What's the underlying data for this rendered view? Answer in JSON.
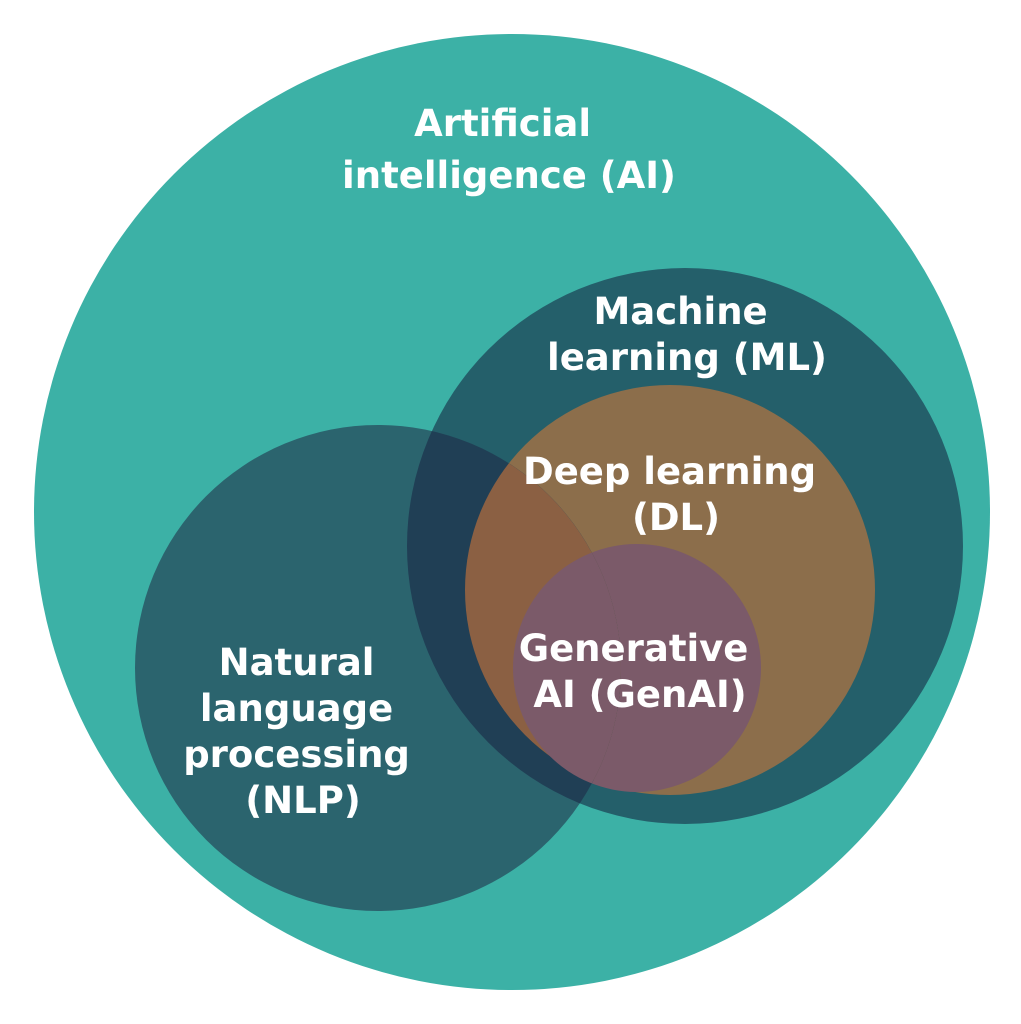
{
  "colors": {
    "ai": "#3CB1A6",
    "ml": "#245F6A",
    "nlp": "#2B646E",
    "overlap_nlp_ml": "#203F55",
    "dl": "#8C6E4B",
    "overlap_nlp_dl": "#8B6043",
    "genai": "#7B5A69",
    "text": "#FFFFFF"
  },
  "labels": {
    "ai": [
      "Artificial",
      "intelligence (AI)"
    ],
    "ml": [
      "Machine",
      "learning (ML)"
    ],
    "dl": [
      "Deep learning",
      "(DL)"
    ],
    "genai": [
      "Generative",
      "AI (GenAI)"
    ],
    "nlp": [
      "Natural",
      "language",
      "processing",
      "(NLP)"
    ]
  }
}
